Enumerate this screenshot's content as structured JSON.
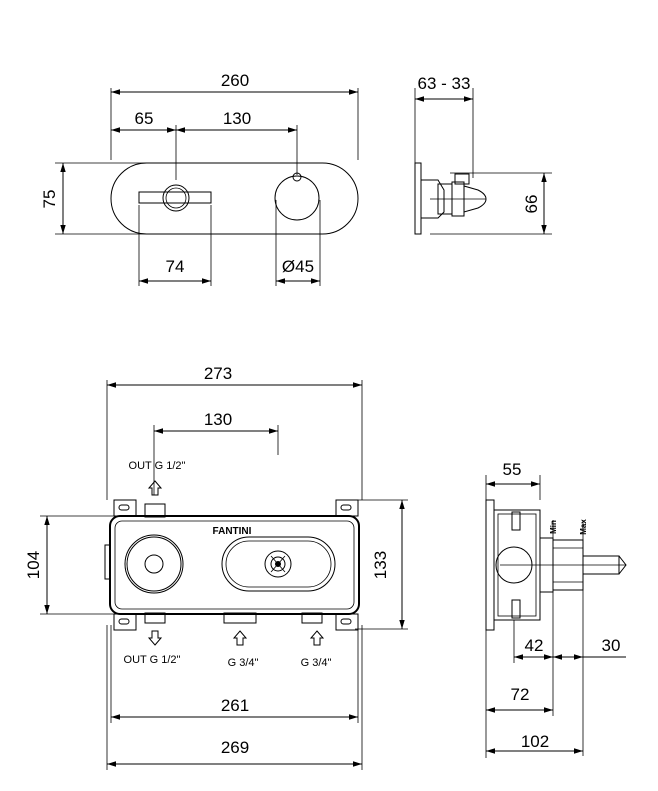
{
  "top_view": {
    "overall_width": "260",
    "offset_left": "65",
    "center_spacing": "130",
    "height": "75",
    "lever_width": "74",
    "knob_diameter": "Ø45"
  },
  "top_side_view": {
    "wall_range": "63 - 33",
    "height": "66"
  },
  "box_view": {
    "overall_width": "273",
    "center_spacing": "130",
    "height_left": "104",
    "height_right": "133",
    "inner_width": "261",
    "outer_width": "269",
    "brand": "FANTINI",
    "port_out_top": "OUT G 1/2\"",
    "port_out_bottom": "OUT G 1/2\"",
    "port_in_1": "G 3/4\"",
    "port_in_2": "G 3/4\""
  },
  "box_side_view": {
    "depth": "55",
    "min_label": "Min",
    "max_label": "Max",
    "dim_42": "42",
    "dim_30": "30",
    "dim_72": "72",
    "dim_102": "102"
  }
}
